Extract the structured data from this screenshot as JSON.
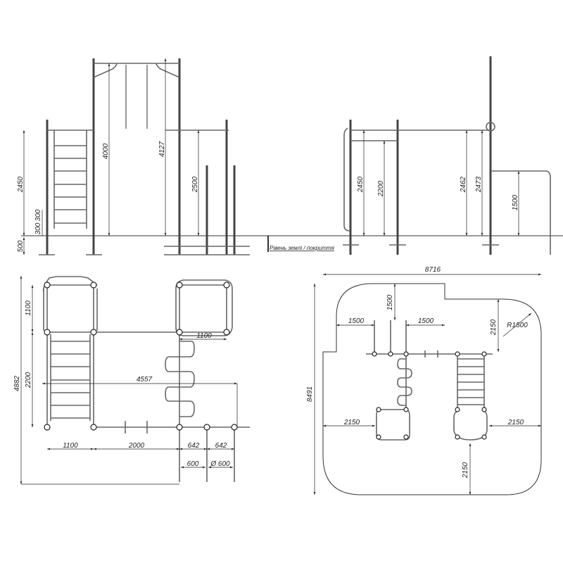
{
  "ground_label": "Рівень землі / покриття",
  "front_view": {
    "dims": [
      "2450",
      "500",
      "300",
      "300",
      "4000",
      "4127",
      "2500"
    ]
  },
  "side_view": {
    "dims": [
      "2450",
      "2200",
      "2462",
      "2473",
      "1500"
    ]
  },
  "plan_view": {
    "dims": [
      "4882",
      "1100",
      "2200",
      "4557",
      "1100",
      "1100",
      "2000",
      "642",
      "642",
      "600",
      "Ø 600"
    ]
  },
  "site_plan": {
    "dims": [
      "8716",
      "8491",
      "1500",
      "1500",
      "1500",
      "2150",
      "R1500",
      "2150",
      "2150",
      "2150"
    ]
  }
}
